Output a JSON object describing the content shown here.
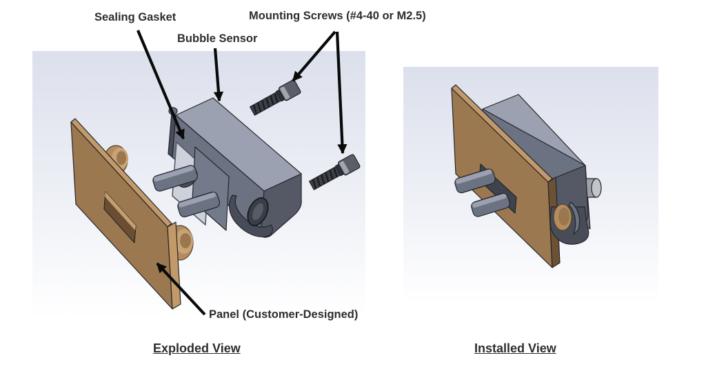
{
  "diagram": {
    "annotations": {
      "sealing_gasket": "Sealing Gasket",
      "bubble_sensor": "Bubble Sensor",
      "mounting_screws": "Mounting Screws (#4-40 or M2.5)",
      "panel": "Panel (Customer-Designed)"
    },
    "views": {
      "exploded": {
        "caption": "Exploded View"
      },
      "installed": {
        "caption": "Installed View"
      }
    }
  },
  "colors": {
    "background": "#ffffff",
    "stage_top": "#dce0ec",
    "stage_mid": "#eef0f6",
    "stage_bottom": "#ffffff",
    "panel_face": "#9c7850",
    "panel_edge_light": "#c29a6a",
    "panel_edge_dark": "#6d5134",
    "slot_dark": "#6b4e31",
    "slot_light": "#c59e6e",
    "boss_face": "#b58c5f",
    "boss_rim": "#c9a374",
    "boss_core": "#9a774e",
    "steel_top": "#9ba1b1",
    "steel_mid": "#6b7281",
    "steel_mid2": "#737a89",
    "steel_end": "#545965",
    "steel_dark": "#474c58",
    "gasket": "#cdd1db",
    "outline": "#23252b",
    "screw_body": "#3d3f46",
    "screw_collar": "#2e3037",
    "screw_head": "#5b5e66",
    "screw_light": "#a2a5ad",
    "label_text": "#2d2d2d",
    "arrow": "#0a0a0a"
  }
}
